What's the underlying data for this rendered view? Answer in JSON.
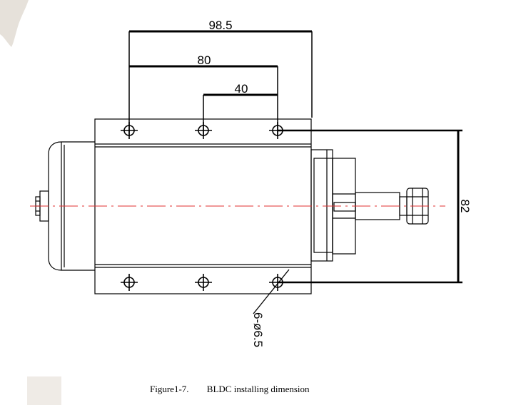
{
  "dimensions": {
    "overall_hole_span": "98.5",
    "hole_pitch_outer": "80",
    "hole_pitch_inner": "40",
    "vertical_hole_span": "82",
    "mounting_holes": "6-ø6.5"
  },
  "caption": {
    "figure_number": "Figure1-7.",
    "figure_title": "BLDC installing dimension"
  },
  "colors": {
    "line": "#000000",
    "centerline": "#e03030",
    "corner_blob": "#e6e1da",
    "tile": "#efebe6"
  }
}
